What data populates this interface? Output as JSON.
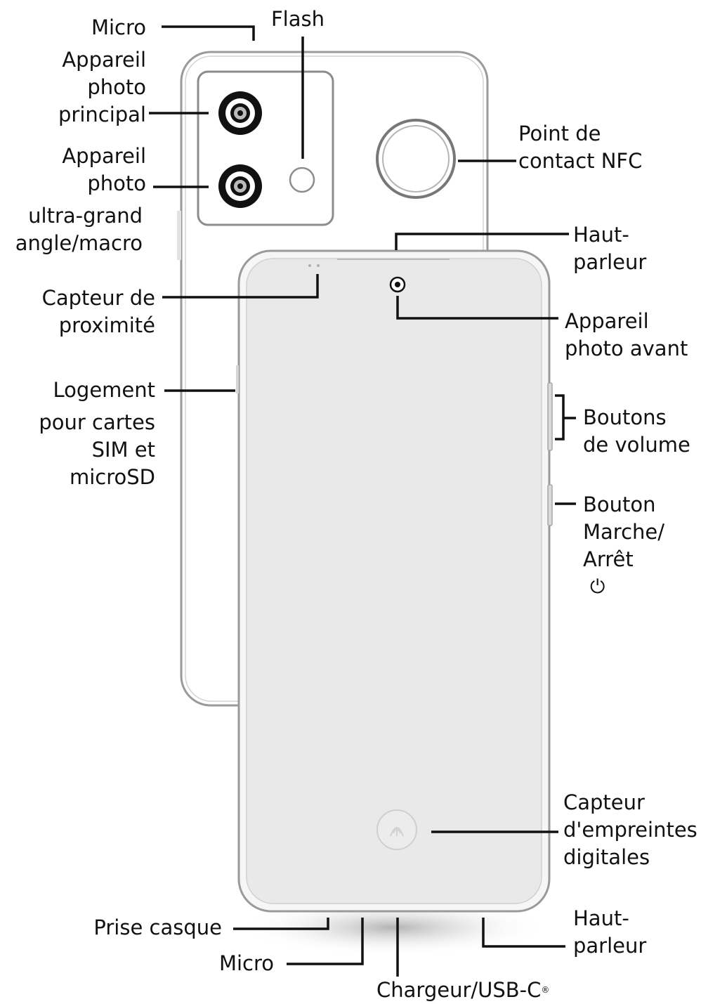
{
  "diagram": {
    "labels": {
      "micro_top": [
        "Micro"
      ],
      "flash": [
        "Flash"
      ],
      "main_camera": [
        "Appareil",
        "photo",
        "principal"
      ],
      "ultrawide_camera": [
        "Appareil",
        "photo"
      ],
      "ultrawide_camera_cont": [
        "ultra-grand",
        "angle/macro"
      ],
      "nfc": [
        "Point de",
        "contact NFC"
      ],
      "earpiece": [
        "Haut-",
        "parleur"
      ],
      "proximity": [
        "Capteur de",
        "proximité"
      ],
      "front_camera": [
        "Appareil",
        "photo avant"
      ],
      "sim_slot": [
        "Logement"
      ],
      "sim_slot_cont": [
        "pour cartes",
        "SIM et",
        "microSD"
      ],
      "volume": [
        "Boutons",
        "de volume"
      ],
      "power": [
        "Bouton",
        "Marche/",
        "Arrêt"
      ],
      "fingerprint": [
        "Capteur",
        "d'empreintes",
        "digitales"
      ],
      "headphone_jack": [
        "Prise casque"
      ],
      "micro_bottom": [
        "Micro"
      ],
      "speaker_bottom": [
        "Haut-",
        "parleur"
      ],
      "charger": [
        "Chargeur/USB-C"
      ],
      "charger_mark": "®"
    },
    "icons": {
      "power": "power-icon"
    },
    "colors": {
      "line": "#111111",
      "outline": "#9a9a9a",
      "screen": "#e9e9e9",
      "lens": "#111111"
    }
  }
}
